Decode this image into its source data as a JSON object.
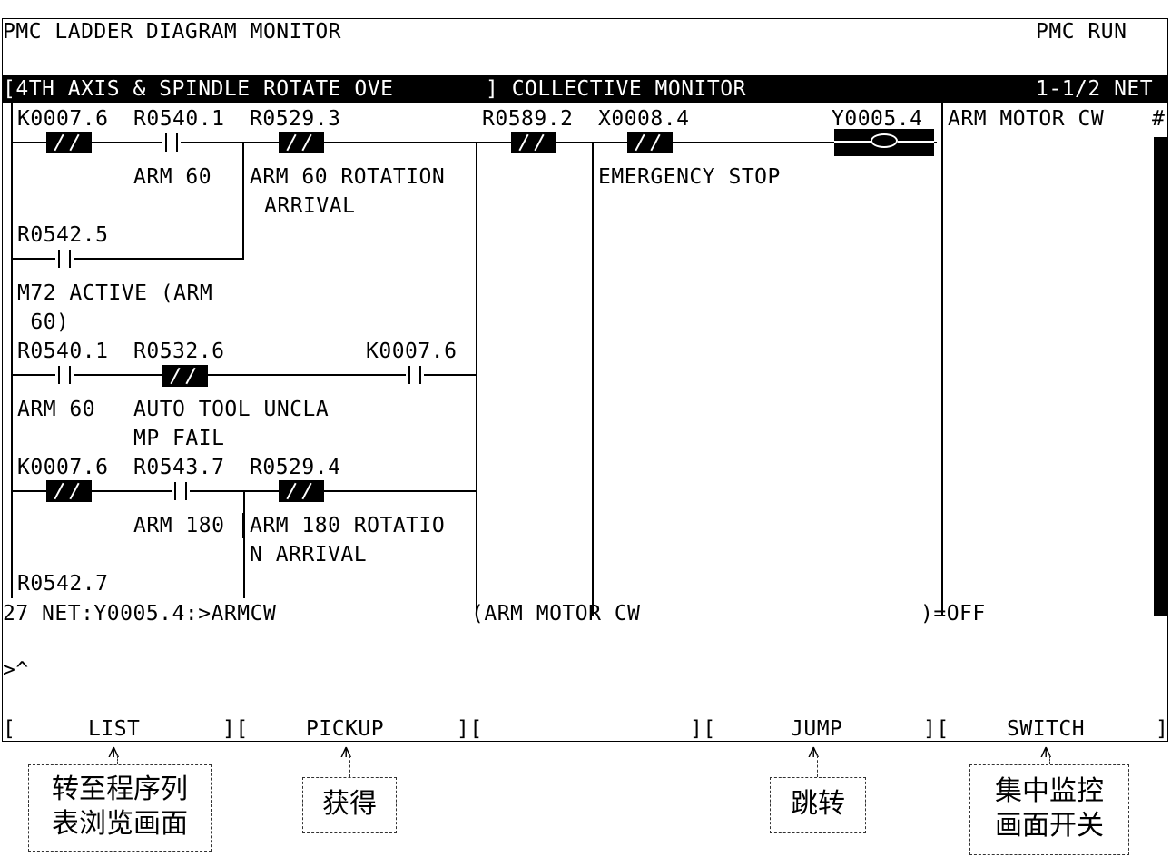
{
  "header": {
    "title": "PMC LADDER DIAGRAM MONITOR",
    "status": "PMC RUN"
  },
  "band": {
    "left": "[4TH AXIS & SPINDLE ROTATE OVE",
    "middle": "] COLLECTIVE MONITOR",
    "right": "1-1/2 NET"
  },
  "ladder": {
    "row1": {
      "c1": "K0007.6",
      "c2": "R0540.1",
      "c3": "R0529.3",
      "c4": "R0589.2",
      "c5": "X0008.4",
      "coil": "Y0005.4",
      "coil_comment": "ARM MOTOR CW",
      "mark": "#"
    },
    "row1_comments": {
      "arm60": "ARM 60",
      "rot1": "ARM 60 ROTATION",
      "rot2": "ARRIVAL",
      "estop": "EMERGENCY STOP"
    },
    "branch1": {
      "addr": "R0542.5",
      "cm1": "M72 ACTIVE (ARM",
      "cm2": " 60)"
    },
    "row3": {
      "c1": "R0540.1",
      "c2": "R0532.6",
      "c3": "K0007.6",
      "cm1": "ARM 60",
      "cm2a": "AUTO TOOL UNCLA",
      "cm2b": "MP FAIL"
    },
    "row4": {
      "c1": "K0007.6",
      "c2": "R0543.7",
      "c3": "R0529.4",
      "cm1": "ARM 180",
      "cm2a": "ARM 180 ROTATIO",
      "cm2b": "N ARRIVAL"
    },
    "branch2": {
      "addr": "R0542.7"
    }
  },
  "statusline": {
    "net": "27 NET:Y0005.4:>ARMCW",
    "desc": "(ARM MOTOR CW",
    "state": ")=OFF"
  },
  "prompt": ">^",
  "softkeys": {
    "list": "LIST",
    "pickup": "PICKUP",
    "jump": "JUMP",
    "switch": "SWITCH",
    "bl": "[",
    "sep": "][",
    "br": "]"
  },
  "callouts": {
    "list_a": "转至程序列",
    "list_b": "表浏览画面",
    "pickup": "获得",
    "jump": "跳转",
    "switch_a": "集中监控",
    "switch_b": "画面开关"
  }
}
